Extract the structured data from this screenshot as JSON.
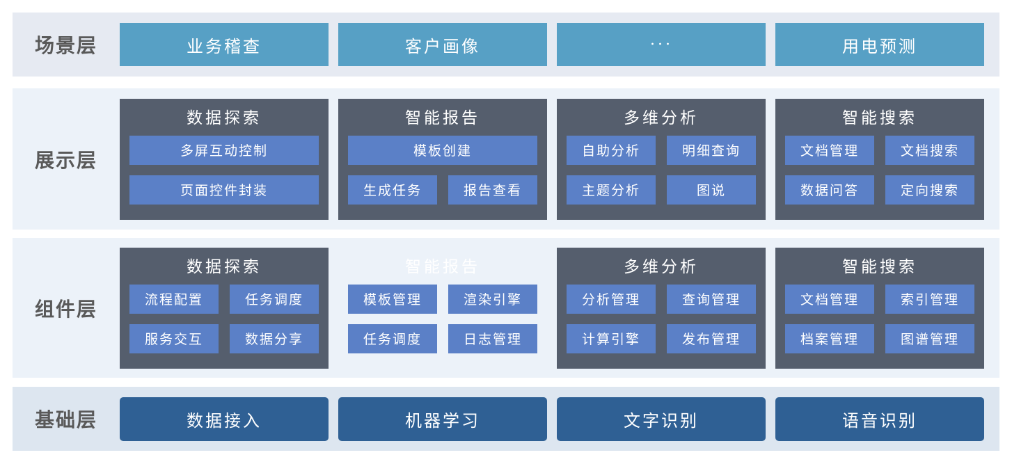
{
  "colors": {
    "scene_button": "#57a0c5",
    "card_dark": "#555e6d",
    "module_button": "#5b80c7",
    "base_button": "#2f6094",
    "band_scene_bg": "#e6eaf2",
    "band_mid_bg": "#ecf2f9",
    "band_base_bg": "#dde6f0",
    "layer_label_text": "#595959"
  },
  "layers": {
    "scene": {
      "label": "场景层",
      "items": [
        "业务稽查",
        "客户画像",
        "···",
        "用电预测"
      ]
    },
    "display": {
      "label": "展示层",
      "cards": [
        {
          "title": "数据探索",
          "buttons": [
            "多屏互动控制",
            "页面控件封装"
          ]
        },
        {
          "title": "智能报告",
          "buttons": [
            "模板创建",
            "生成任务",
            "报告查看"
          ]
        },
        {
          "title": "多维分析",
          "buttons": [
            "自助分析",
            "明细查询",
            "主题分析",
            "图说"
          ]
        },
        {
          "title": "智能搜索",
          "buttons": [
            "文档管理",
            "文档搜索",
            "数据问答",
            "定向搜索"
          ]
        }
      ]
    },
    "component": {
      "label": "组件层",
      "cards": [
        {
          "title": "数据探索",
          "buttons": [
            "流程配置",
            "任务调度",
            "服务交互",
            "数据分享"
          ]
        },
        {
          "title": "智能报告",
          "buttons": [
            "模板管理",
            "渲染引擎",
            "任务调度",
            "日志管理"
          ]
        },
        {
          "title": "多维分析",
          "buttons": [
            "分析管理",
            "查询管理",
            "计算引擎",
            "发布管理"
          ]
        },
        {
          "title": "智能搜索",
          "buttons": [
            "文档管理",
            "索引管理",
            "档案管理",
            "图谱管理"
          ]
        }
      ]
    },
    "base": {
      "label": "基础层",
      "items": [
        "数据接入",
        "机器学习",
        "文字识别",
        "语音识别"
      ]
    }
  }
}
